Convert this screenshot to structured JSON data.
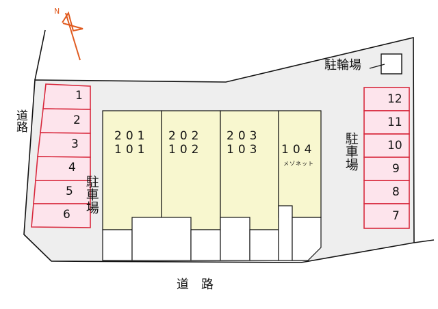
{
  "compass": {
    "north_label": "N",
    "color": "#e05a1f"
  },
  "roads": {
    "left": "道路",
    "bottom": "道　路"
  },
  "bicycle_parking": {
    "label": "駐輪場"
  },
  "parking_left": {
    "label": "駐車場",
    "spaces": [
      "1",
      "2",
      "3",
      "4",
      "5",
      "6"
    ]
  },
  "parking_right": {
    "label": "駐車場",
    "spaces": [
      "12",
      "11",
      "10",
      "9",
      "8",
      "7"
    ]
  },
  "units": [
    {
      "upper": "201",
      "lower": "101",
      "note": ""
    },
    {
      "upper": "202",
      "lower": "102",
      "note": ""
    },
    {
      "upper": "203",
      "lower": "103",
      "note": ""
    },
    {
      "upper": "",
      "lower": "104",
      "note": "メゾネット"
    }
  ],
  "colors": {
    "site_fill": "#eeeeee",
    "building_fill": "#f8f7cf",
    "parking_fill": "#fde4ec",
    "parking_stroke": "#d8283c",
    "outline": "#111111"
  }
}
